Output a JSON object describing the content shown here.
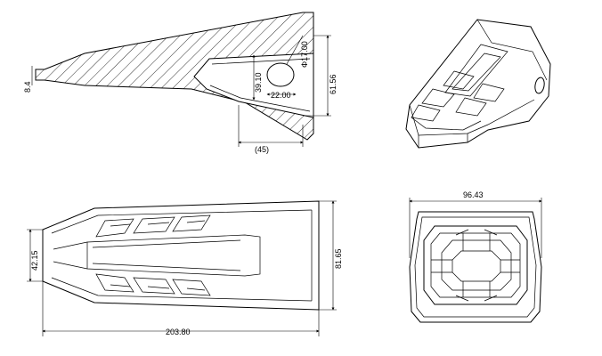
{
  "views": {
    "section": {
      "dims": {
        "hole_dia": "Φ17.00",
        "height": "61.56",
        "pocket": "39.10",
        "hole_w": "22.00",
        "depth": "(45)",
        "tip": "8.4"
      }
    },
    "side": {
      "dims": {
        "length": "203.80",
        "height": "81.65",
        "left": "42.15"
      }
    },
    "end": {
      "dims": {
        "width": "96.43"
      }
    }
  }
}
